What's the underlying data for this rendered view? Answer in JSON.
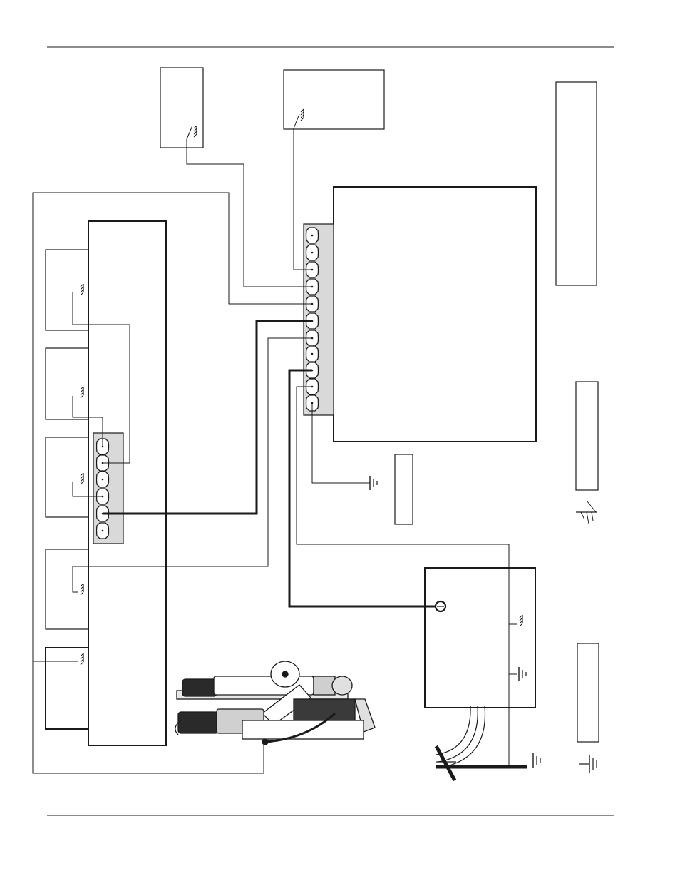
{
  "page": {
    "background": "#ffffff",
    "line_color": "#1a1a1a",
    "accent_gray": "#d9d9d9"
  },
  "components": [
    {
      "id": "top-left-unit",
      "icon": "chassis-ground-icon"
    },
    {
      "id": "top-center-unit",
      "icon": "chassis-ground-icon"
    },
    {
      "id": "right-tall-panel"
    },
    {
      "id": "main-power-supply"
    },
    {
      "id": "terminal-strip",
      "terminals": 11
    },
    {
      "id": "control-rack",
      "modules": 5
    },
    {
      "id": "rack-terminal-block",
      "terminals": 6
    },
    {
      "id": "small-label-panel"
    },
    {
      "id": "right-middle-panel"
    },
    {
      "id": "right-bottom-panel"
    },
    {
      "id": "workpiece-enclosure",
      "icons": [
        "chassis-ground-icon",
        "earth-ground-icon"
      ]
    },
    {
      "id": "torch-assembly",
      "icon": "plasma-torch-icon"
    },
    {
      "id": "earth-ground-rod",
      "icon": "ground-rod-icon"
    }
  ],
  "legend_symbols": [
    "chassis-ground-icon",
    "earth-ground-icon"
  ]
}
